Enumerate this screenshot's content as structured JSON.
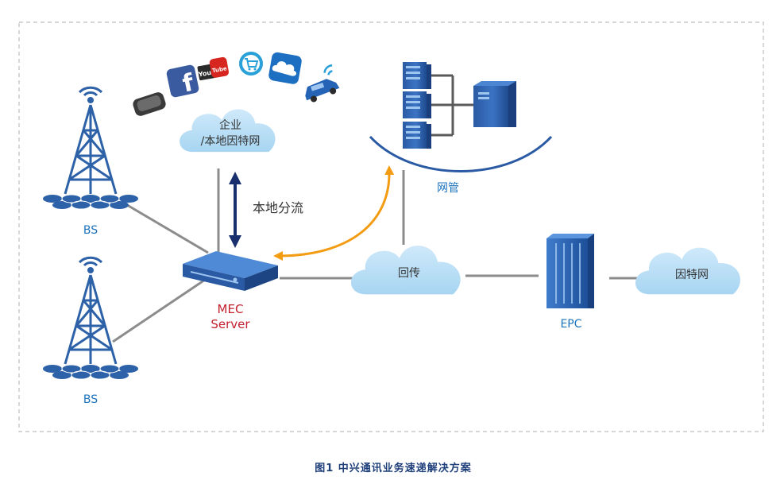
{
  "nodes": {
    "enterprise_cloud": {
      "line1": "企业",
      "line2": "/本地因特网"
    },
    "local_offload": "本地分流",
    "network_mgmt": "网管",
    "bs_top": "BS",
    "bs_bottom": "BS",
    "mec": {
      "line1": "MEC",
      "line2": "Server"
    },
    "backhaul": "回传",
    "epc": "EPC",
    "internet": "因特网"
  },
  "caption": "图1  中兴通讯业务速递解决方案",
  "icons": [
    "vr-headset-icon",
    "facebook-icon",
    "youtube-icon",
    "shopping-cart-icon",
    "cloud-app-icon",
    "connected-car-icon"
  ],
  "colors": {
    "tower": "#2d61a8",
    "cloud": "#bde0f6",
    "server": "#2f5ea6",
    "link": "#8c8c8c",
    "offload_arrow": "#1a2f6e",
    "mgmt_arrow": "#f39c12",
    "accent_red": "#c4202e",
    "accent_blue": "#1b73bd"
  }
}
